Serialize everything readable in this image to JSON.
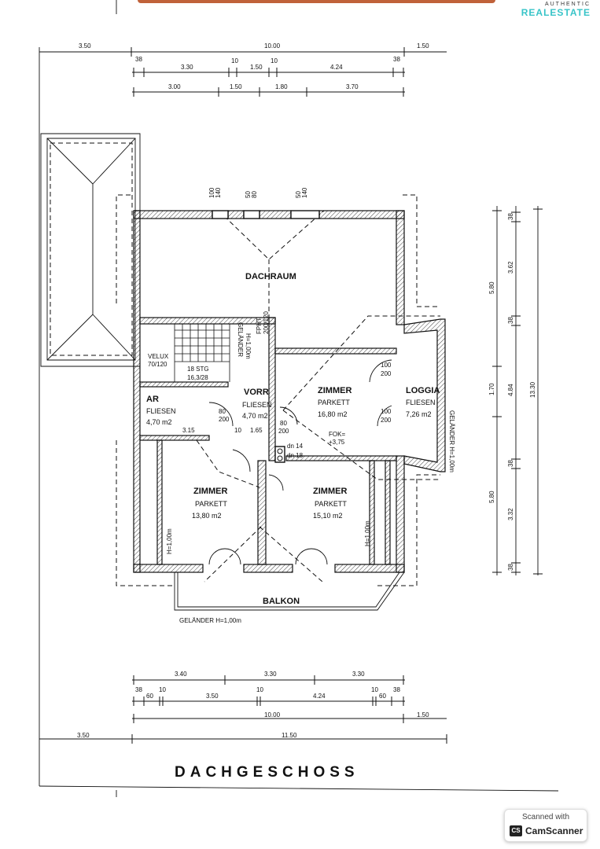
{
  "logo": {
    "line1": "AUTHENTIC",
    "line2": "REALESTATE"
  },
  "scanner": {
    "label": "Scanned with",
    "brand": "CamScanner",
    "badge": "CS"
  },
  "plan_title": "DACHGESCHOSS",
  "rooms": {
    "dachraum": "DACHRAUM",
    "vorr": {
      "name": "VORR",
      "floor": "FLIESEN",
      "area": "4,70 m2"
    },
    "ar": {
      "name": "AR",
      "floor": "FLIESEN",
      "area": "4,70 m2"
    },
    "zimmer1": {
      "name": "ZIMMER",
      "floor": "PARKETT",
      "area": "16,80 m2"
    },
    "loggia": {
      "name": "LOGGIA",
      "floor": "FLIESEN",
      "area": "7,26 m2"
    },
    "zimmer2": {
      "name": "ZIMMER",
      "floor": "PARKETT",
      "area": "13,80 m2"
    },
    "zimmer3": {
      "name": "ZIMMER",
      "floor": "PARKETT",
      "area": "15,10 m2"
    },
    "balkon": "BALKON"
  },
  "notes": {
    "gelander_stair": "GELÄNDER",
    "gelander_stair_h": "H=1,00m",
    "gelander_balkon": "GELÄNDER H=1,00m",
    "gelander_loggia": "GELÄNDER H=1,00m",
    "velux_a": "VELUX",
    "velux_b": "70/120",
    "stg_a": "18 STG",
    "stg_b": "16,3/28",
    "fok_a": "FOK=",
    "fok_b": "+3,75",
    "dn14": "dn 14",
    "dn18": "dn 18",
    "h100_left": "H=1,00m",
    "h100_right": "H=1,00m",
    "ar_width": "3.15",
    "vorr_width": "1.65",
    "vorr_ten": "10",
    "fpht_a": "FPHT",
    "fpht_b": "200/120"
  },
  "doors": {
    "d80_200": "80",
    "d200": "200",
    "d100": "100",
    "d100b": "200"
  },
  "dims_top": {
    "r1": [
      "3.50",
      "10.00",
      "1.50"
    ],
    "r2": [
      "38",
      "3.30",
      "10",
      "1.50",
      "10",
      "4.24",
      "38"
    ],
    "r3": [
      "3.00",
      "1.50",
      "1.80",
      "3.70"
    ]
  },
  "dims_roof": [
    "100",
    "140",
    "50",
    "80",
    "50",
    "140"
  ],
  "dims_right": {
    "c1": [
      "5.80",
      "1.70",
      "5.80"
    ],
    "c2": [
      "38",
      "3.62",
      "38",
      "4.84",
      "38",
      "3.32",
      "38"
    ],
    "c3": [
      "13.30"
    ]
  },
  "dims_bottom": {
    "r1": [
      "3.40",
      "3.30",
      "3.30"
    ],
    "r2": [
      "38",
      "60",
      "10",
      "3.50",
      "10",
      "4.24",
      "10",
      "60",
      "38"
    ],
    "r3": [
      "10.00",
      "1.50"
    ],
    "r4": [
      "3.50",
      "11.50"
    ]
  }
}
